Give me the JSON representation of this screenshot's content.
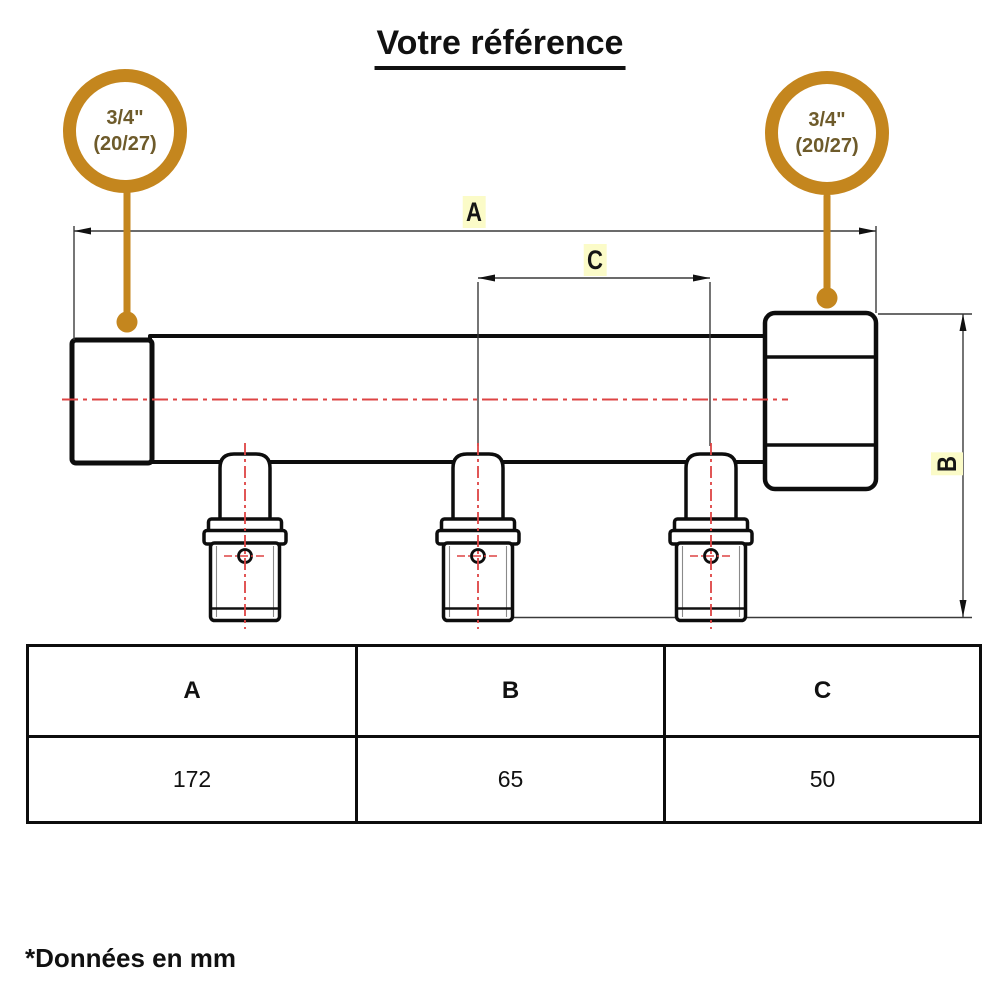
{
  "title": "Votre référence",
  "callouts": {
    "left": {
      "size": "3/4\"",
      "thread": "(20/27)"
    },
    "right": {
      "size": "3/4\"",
      "thread": "(20/27)"
    }
  },
  "dimensions": {
    "a_label": "A",
    "b_label": "B",
    "c_label": "C"
  },
  "table": {
    "headers": [
      "A",
      "B",
      "C"
    ],
    "values": [
      "172",
      "65",
      "50"
    ]
  },
  "footnote": "*Données en mm",
  "units": "mm",
  "icons": {
    "callout_ring": "circle-ring-icon",
    "callout_pointer": "leader-dot-icon"
  },
  "colors": {
    "accent_orange": "#C4861E",
    "callout_text": "#6E5B2B",
    "centerline_red": "#DE4444",
    "dim_label_bg": "#FBFBC8",
    "line_black": "#0D0D0D"
  }
}
